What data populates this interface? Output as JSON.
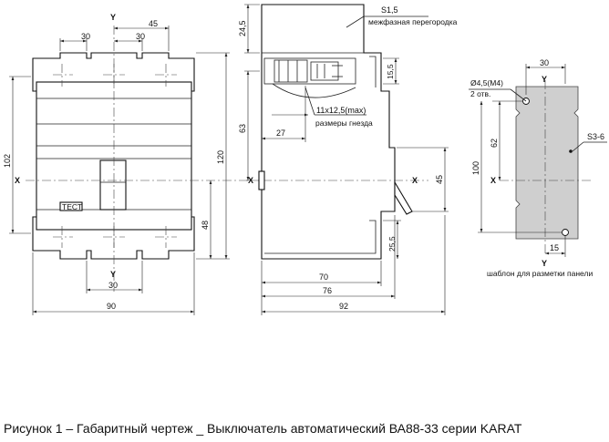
{
  "caption": "Рисунок 1 – Габаритный чертеж _ Выключатель автоматический ВА88-33 серии KARAT",
  "front_view": {
    "axis_x": "X",
    "axis_y_top": "Y",
    "axis_y_bottom": "Y",
    "dim_top_45": "45",
    "dim_top_30_left": "30",
    "dim_top_30_right": "30",
    "dim_height_102": "102",
    "dim_height_120": "120",
    "dim_48": "48",
    "dim_bottom_30": "30",
    "dim_width_90": "90",
    "test_label": "ТЕСТ"
  },
  "side_view": {
    "axis_x": "X",
    "dim_24_5": "24,5",
    "partition_spec": "S1,5",
    "partition_note": "межфазная перегородка",
    "dim_15_5": "15,5",
    "socket_size": "11x12,5(max)",
    "socket_note": "размеры гнезда",
    "dim_63": "63",
    "dim_27": "27",
    "dim_45": "45",
    "dim_25_5": "25,5",
    "dim_70": "70",
    "dim_76": "76",
    "dim_92": "92"
  },
  "template_view": {
    "axis_y_top": "Y",
    "axis_y_bottom": "Y",
    "axis_x": "X",
    "dim_30": "30",
    "hole_spec": "Ø4,5(M4)",
    "hole_count": "2 отв.",
    "dim_62": "62",
    "dim_100": "100",
    "thickness": "S3-6",
    "dim_15": "15",
    "caption": "шаблон для разметки панели"
  }
}
